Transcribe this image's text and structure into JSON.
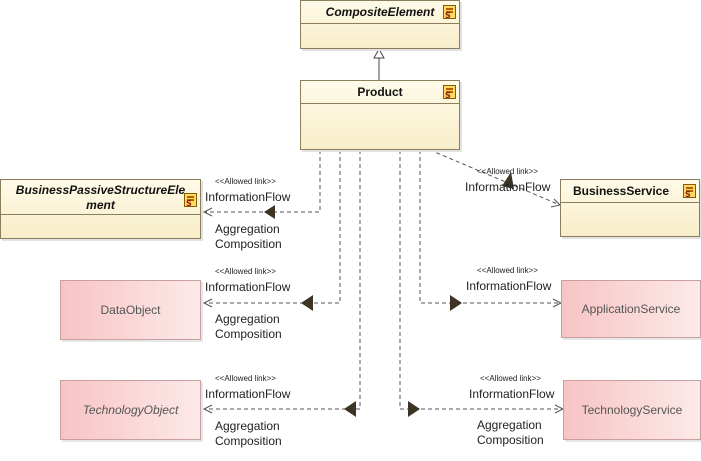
{
  "elements": {
    "composite_element": "CompositeElement",
    "product": "Product",
    "business_passive_line1": "BusinessPassiveStructureEle",
    "business_passive_line2": "ment",
    "business_service": "BusinessService",
    "data_object": "DataObject",
    "application_service": "ApplicationService",
    "technology_object": "TechnologyObject",
    "technology_service": "TechnologyService"
  },
  "links": {
    "allowed_link": "<<Allowed link>>",
    "information_flow": "InformationFlow",
    "aggregation": "Aggregation",
    "composition": "Composition"
  }
}
